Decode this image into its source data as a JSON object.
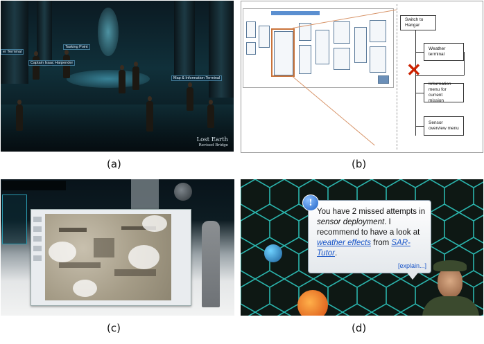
{
  "captions": [
    "(a)",
    "(b)",
    "(c)",
    "(d)"
  ],
  "panel_a": {
    "tags": [
      "Tasking Point",
      "Captain Isaac Harpender",
      "Map & Information Terminal"
    ],
    "edge_tag": "er Terminal",
    "signature_title": "Lost Earth",
    "signature_sub": "Revised Bridge"
  },
  "panel_b": {
    "flow": [
      "Switch to Hangar",
      "Weather terminal",
      "Information menu for current mission",
      "Sensor overview menu"
    ]
  },
  "panel_d": {
    "bubble_part1": "You have 2 missed attempts in",
    "bubble_em": "sensor deployment",
    "bubble_part2": ". I recommend to have a look at",
    "link_weather": "weather effects",
    "bubble_part3": "from",
    "link_tutor": "SAR-Tutor",
    "bubble_end": ".",
    "explain": "[explain...]",
    "info_glyph": "!"
  },
  "icons": {
    "info": "info-icon",
    "cross": "cross-icon"
  },
  "colors": {
    "accent_link": "#1a56c8",
    "cross_red": "#cc2200",
    "highlight_orange": "#c9733a",
    "hex_grid": "#2fd0c8"
  }
}
